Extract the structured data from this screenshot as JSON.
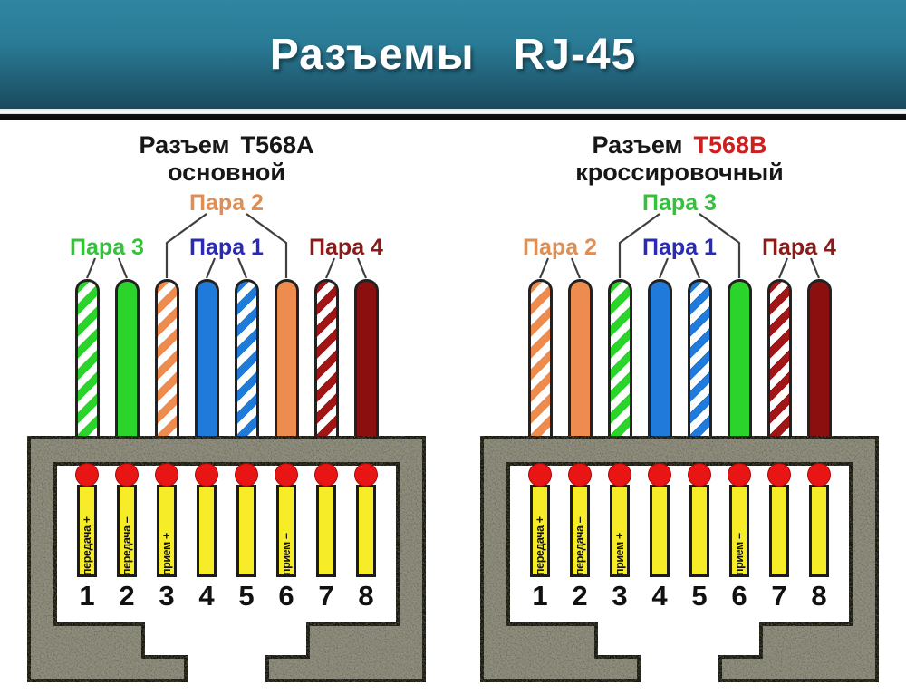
{
  "title": {
    "text": "Разъемы   RJ-45"
  },
  "colors": {
    "title_band_top": "#2f86a0",
    "title_band_bottom": "#1a4a5e",
    "connector_body": "#8f8e80",
    "pin_fill": "#f6ec28",
    "contact_dot": "#e91414",
    "stripe_background": "#ffffff"
  },
  "panels": [
    {
      "name": "t568a",
      "heading_word": "Разъем",
      "heading_standard": "Т568А",
      "heading_standard_color": "#171717",
      "subtitle": "основной",
      "pairs": [
        {
          "position": "top",
          "label": "Пара 2",
          "color": "#dd8f55",
          "pins": [
            3,
            6
          ]
        },
        {
          "position": "left",
          "label": "Пара 3",
          "color": "#35c13c",
          "pins": [
            1,
            2
          ]
        },
        {
          "position": "mid",
          "label": "Пара 1",
          "color": "#2a2ab5",
          "pins": [
            4,
            5
          ]
        },
        {
          "position": "right",
          "label": "Пара 4",
          "color": "#8b1a1a",
          "pins": [
            7,
            8
          ]
        }
      ],
      "wires": [
        {
          "pin": 1,
          "pattern": "striped",
          "color": "#2bd42b"
        },
        {
          "pin": 2,
          "pattern": "solid",
          "color": "#2bd42b"
        },
        {
          "pin": 3,
          "pattern": "striped",
          "color": "#ee8c4f"
        },
        {
          "pin": 4,
          "pattern": "solid",
          "color": "#1f7ad9"
        },
        {
          "pin": 5,
          "pattern": "striped",
          "color": "#1f7ad9"
        },
        {
          "pin": 6,
          "pattern": "solid",
          "color": "#ee8c4f"
        },
        {
          "pin": 7,
          "pattern": "striped",
          "color": "#a01616"
        },
        {
          "pin": 8,
          "pattern": "solid",
          "color": "#8c0f10"
        }
      ],
      "pin_numbers": [
        "1",
        "2",
        "3",
        "4",
        "5",
        "6",
        "7",
        "8"
      ],
      "pin_labels": {
        "1": "передача +",
        "2": "передача –",
        "3": "прием +",
        "6": "прием –"
      }
    },
    {
      "name": "t568b",
      "heading_word": "Разъем",
      "heading_standard": "Т568В",
      "heading_standard_color": "#cc2020",
      "subtitle": "кроссировочный",
      "pairs": [
        {
          "position": "top",
          "label": "Пара 3",
          "color": "#35c13c",
          "pins": [
            3,
            6
          ]
        },
        {
          "position": "left",
          "label": "Пара 2",
          "color": "#dd8f55",
          "pins": [
            1,
            2
          ]
        },
        {
          "position": "mid",
          "label": "Пара 1",
          "color": "#2a2ab5",
          "pins": [
            4,
            5
          ]
        },
        {
          "position": "right",
          "label": "Пара 4",
          "color": "#8b1a1a",
          "pins": [
            7,
            8
          ]
        }
      ],
      "wires": [
        {
          "pin": 1,
          "pattern": "striped",
          "color": "#ee8c4f"
        },
        {
          "pin": 2,
          "pattern": "solid",
          "color": "#ee8c4f"
        },
        {
          "pin": 3,
          "pattern": "striped",
          "color": "#2bd42b"
        },
        {
          "pin": 4,
          "pattern": "solid",
          "color": "#1f7ad9"
        },
        {
          "pin": 5,
          "pattern": "striped",
          "color": "#1f7ad9"
        },
        {
          "pin": 6,
          "pattern": "solid",
          "color": "#2bd42b"
        },
        {
          "pin": 7,
          "pattern": "striped",
          "color": "#a01616"
        },
        {
          "pin": 8,
          "pattern": "solid",
          "color": "#8c0f10"
        }
      ],
      "pin_numbers": [
        "1",
        "2",
        "3",
        "4",
        "5",
        "6",
        "7",
        "8"
      ],
      "pin_labels": {
        "1": "передача +",
        "2": "передача –",
        "3": "прием +",
        "6": "прием –"
      }
    }
  ]
}
